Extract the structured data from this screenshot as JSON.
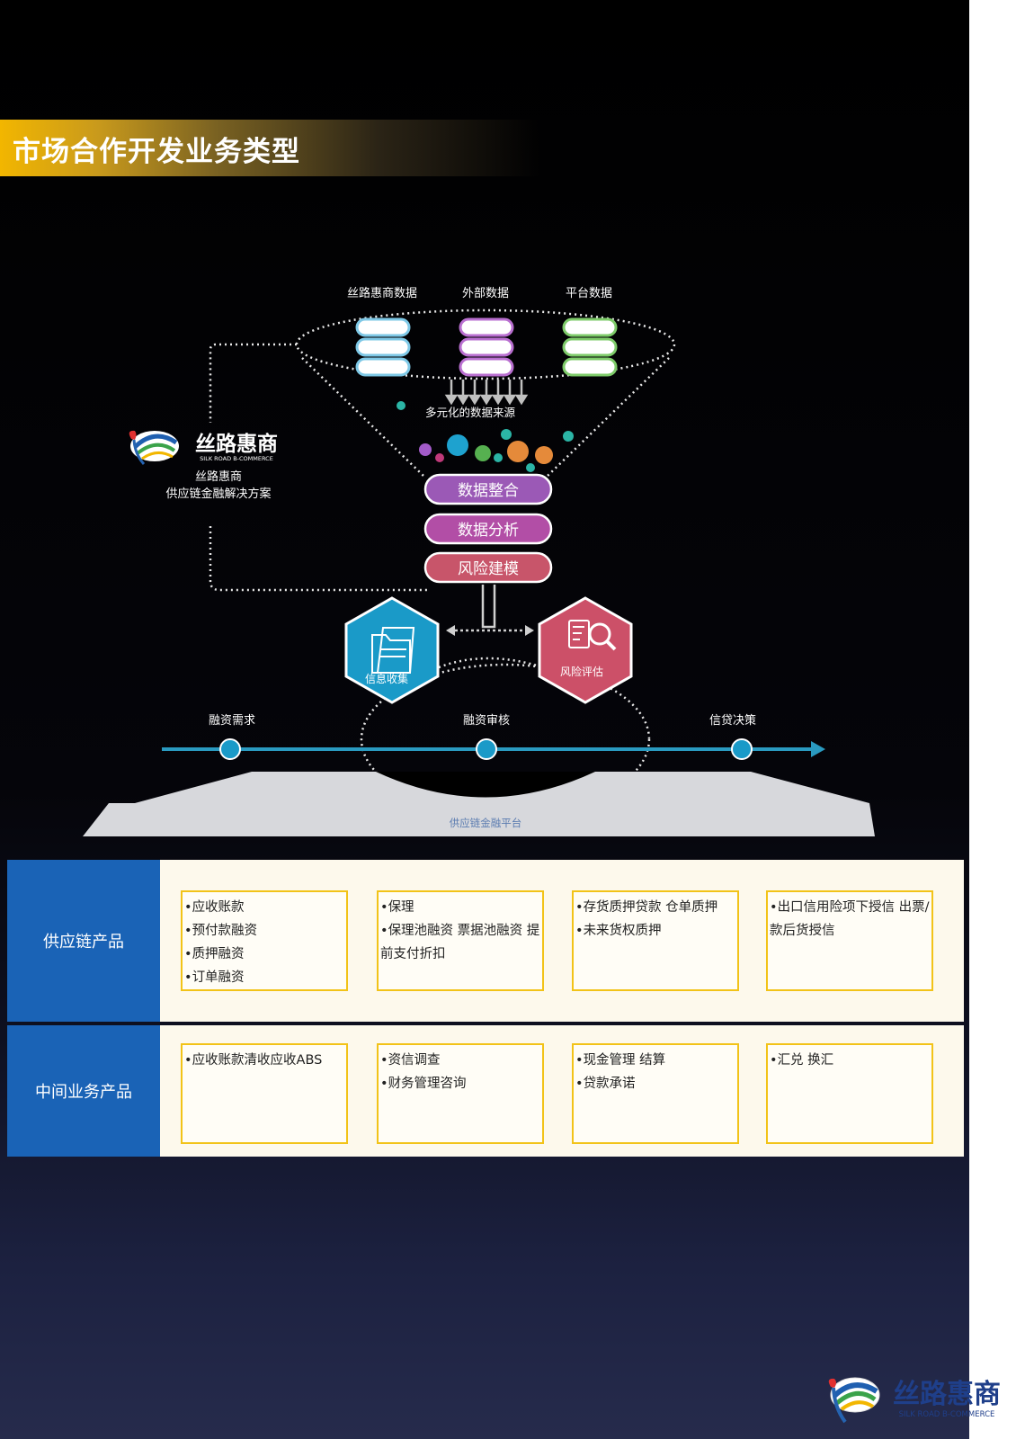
{
  "title": "市场合作开发业务类型",
  "funnel": {
    "sources": [
      "丝路惠商数据",
      "外部数据",
      "平台数据"
    ],
    "multi_source_label": "多元化的数据来源",
    "stages": [
      "数据整合",
      "数据分析",
      "风险建模"
    ]
  },
  "brand": {
    "name": "丝路惠商",
    "name_en": "SILK ROAD B-COMMERCE",
    "caption_line1": "丝路惠商",
    "caption_line2": "供应链金融解决方案"
  },
  "hexagons": {
    "info_collect": "信息收集",
    "risk_assess": "风险评估"
  },
  "timeline": {
    "points": [
      "融资需求",
      "融资审核",
      "信贷决策"
    ],
    "platform_label": "供应链金融平台"
  },
  "products": [
    {
      "name": "供应链产品",
      "cells": [
        [
          "应收账款",
          "预付款融资",
          "质押融资",
          "订单融资"
        ],
        [
          "保理",
          "保理池融资 票据池融资 提前支付折扣"
        ],
        [
          "存货质押贷款 仓单质押",
          "未来货权质押"
        ],
        [
          "出口信用险项下授信 出票/款后货授信"
        ]
      ]
    },
    {
      "name": "中间业务产品",
      "cells": [
        [
          "应收账款清收应收ABS"
        ],
        [
          "资信调查",
          "财务管理咨询"
        ],
        [
          "现金管理 结算",
          "贷款承诺"
        ],
        [
          "汇兑 换汇"
        ]
      ]
    }
  ],
  "footer": {
    "logo_text": "丝路惠商",
    "logo_sub": "SILK ROAD B-COMMERCE"
  },
  "colors": {
    "title_bar": "#f2b600",
    "source_1": "#7ec8e6",
    "source_2": "#b96fd0",
    "source_3": "#7ecb6a",
    "stage_1": "#9b59b6",
    "stage_2": "#b24ea6",
    "stage_3": "#c8556a",
    "hex_info": "#1a9ac8",
    "hex_risk": "#cc5068",
    "timeline": "#2a9ac0",
    "row_head": "#1a63b6",
    "cell_border": "#f2c318"
  }
}
